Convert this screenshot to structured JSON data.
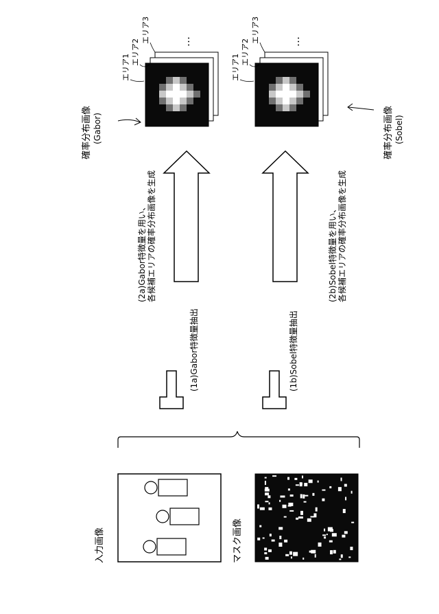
{
  "labels": {
    "input_image": "入力画像",
    "mask_image": "マスク画像",
    "step_1a": "(1a)Gabor特徴量抽出",
    "step_1b": "(1b)Sobel特徴量抽出",
    "step_2a_line1": "(2a)Gabor特徴量を用い、",
    "step_2a_line2": "各候補エリアの確率分布画像を生成",
    "step_2b_line1": "(2b)Sobel特徴量を用い、",
    "step_2b_line2": "各候補エリアの確率分布画像を生成",
    "prob_gabor_line1": "確率分布画像",
    "prob_gabor_line2": "(Gabor)",
    "prob_sobel_line1": "確率分布画像",
    "prob_sobel_line2": "(Sobel)",
    "area1": "エリア1",
    "area2": "エリア2",
    "area3": "エリア3",
    "ellipsis": "…"
  },
  "colors": {
    "line": "#000000",
    "panel_dark": "#0a0a0a",
    "blob_core": "#ffffff",
    "blob_mid": "#c8c8c8",
    "blob_edge": "#707070"
  }
}
